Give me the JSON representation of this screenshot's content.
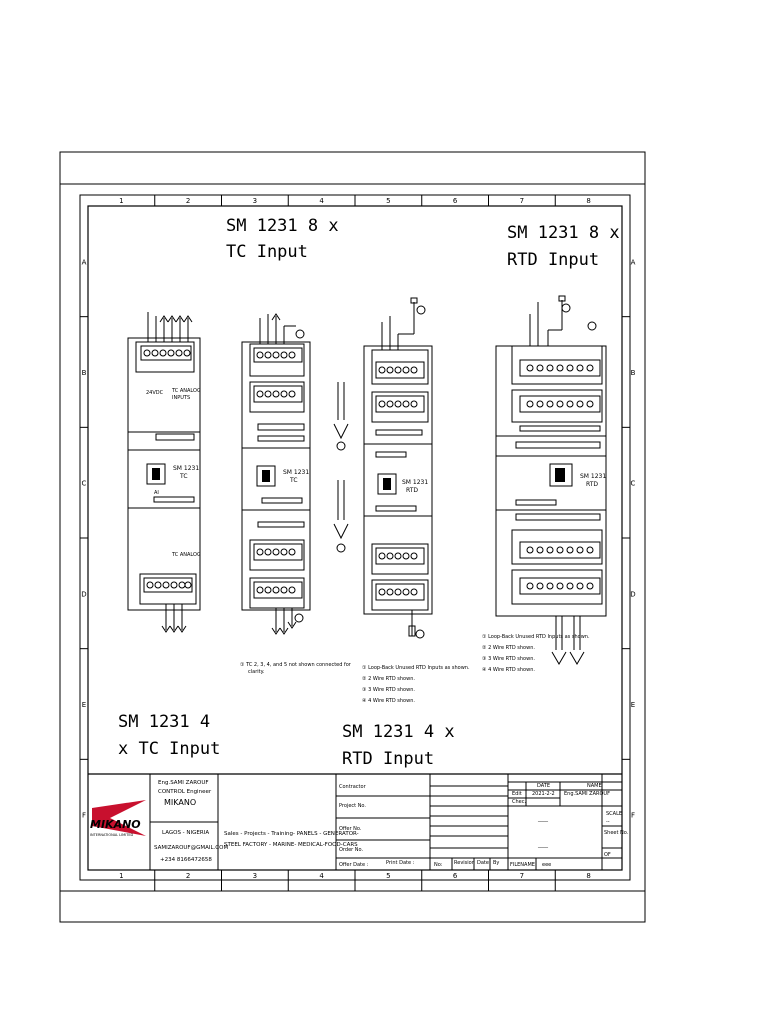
{
  "grid": {
    "columns": [
      "1",
      "2",
      "3",
      "4",
      "5",
      "6",
      "7",
      "8"
    ],
    "rows": [
      "A",
      "B",
      "C",
      "D",
      "E",
      "F"
    ]
  },
  "titles": {
    "tc8": [
      "SM 1231  8 x",
      "TC Input"
    ],
    "rtd8": [
      "SM 1231  8 x",
      "RTD Input"
    ],
    "tc4": [
      "SM 1231  4",
      "x TC Input"
    ],
    "rtd4": [
      "SM 1231  4 x",
      "RTD Input"
    ]
  },
  "modules": {
    "tc4_label": [
      "SM 1231",
      "TC"
    ],
    "tc8_label": [
      "SM 1231",
      "TC"
    ],
    "rtd4_label": [
      "SM 1231",
      "RTD"
    ],
    "rtd8_label": [
      "SM 1231",
      "RTD"
    ],
    "supply": "24VDC",
    "tc_top_caption": [
      "TC ANALOG",
      "INPUTS"
    ],
    "tc_bottom_caption": "TC ANALOG",
    "ai_tag": "AI"
  },
  "notes": {
    "tc": [
      "① TC 2, 3, 4, and 5 not shown connected for",
      "clarity."
    ],
    "rtd4": [
      "① Loop-Back Unused RTD Inputs as shown.",
      "② 2 Wire RTD shown.",
      "③ 3 Wire RTD shown.",
      "④ 4 Wire RTD shown."
    ],
    "rtd8": [
      "① Loop-Back Unused RTD Inputs as shown.",
      "② 2 Wire RTD shown.",
      "③ 3 Wire RTD shown.",
      "④ 4 Wire RTD shown."
    ]
  },
  "title_block": {
    "engineer": "Eng.SAMI ZAROUF",
    "role": "CONTROL Engineer",
    "company": "MIKANO",
    "logo_text": "MIKANO",
    "logo_sub": "INTERNATIONAL LIMITED",
    "location": "LAGOS - NIGERIA",
    "email": "SAMIZAROUF@GMAIL.COM",
    "phone": "+234 8166472658",
    "services": [
      "Sales - Projects - Training- PANELS - GENERATOR-",
      "STEEL FACTORY - MARINE- MEDICAL-FOOD-CARS"
    ],
    "contractor": "Contractor",
    "project_no": "Project No.",
    "offer_no": "Offer No.",
    "order_no": "Order No.",
    "offer_date": "Offer Date :",
    "print_date": "Print Date :",
    "date_header": "DATE",
    "name_header": "NAME",
    "edit": "Edit",
    "edit_date": "2021-2-2",
    "edit_name": "Eng.SAMI ZAROUF",
    "check": "Chec.",
    "dash1": "____",
    "dash2": "____",
    "scale": "SCALE",
    "scale_val": "--",
    "sheet_no": "Sheet No.",
    "of": "OF",
    "no": "No:",
    "revision": "Revision",
    "date": "Date",
    "by": "By",
    "filename": "FILENAME",
    "filename_val": "eee"
  }
}
